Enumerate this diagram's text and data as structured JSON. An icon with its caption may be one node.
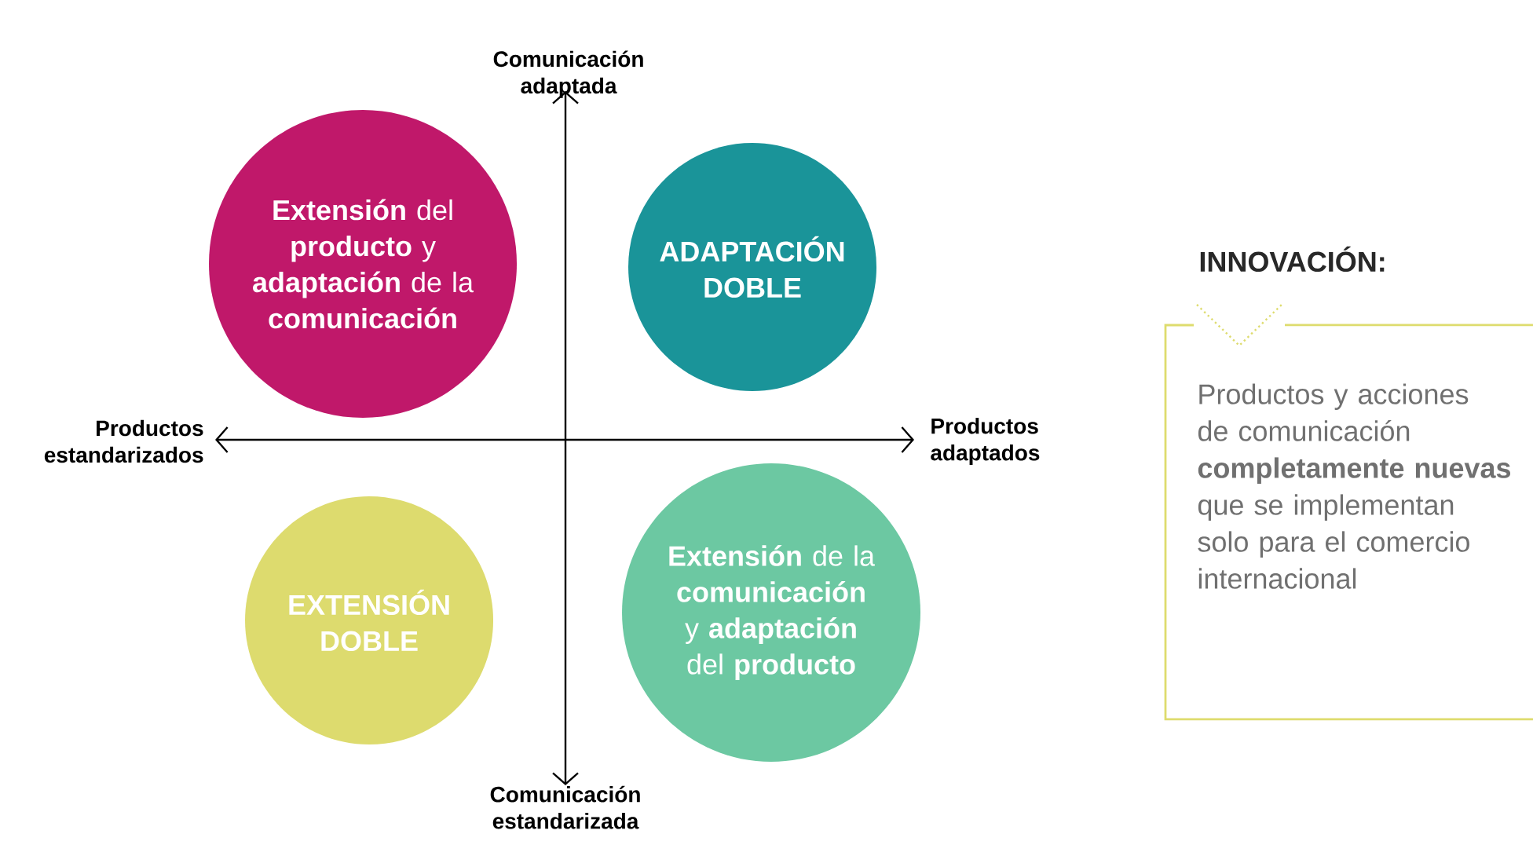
{
  "diagram": {
    "nodes": [
      {
        "text": [
          "**Extensión** del **producto** y **adaptación** de la **comunicación**"
        ]
      },
      {
        "text": [
          "ADAPTACIÓN DOBLE"
        ]
      },
      {
        "text": [
          "EXTENSIÓN DOBLE"
        ]
      },
      {
        "text": [
          "**Extensión** de la **comunicación** y **adaptación** del **producto**"
        ]
      },
      {
        "text": [
          "INNOVACIÓN:",
          "Productos y acciones de comunicación **completamente nuevas** que se implementan solo para el comercio internacional"
        ]
      }
    ],
    "edges": [],
    "labels": [
      "Comunicación adaptada",
      "Productos estandarizados",
      "Productos adaptados",
      "Comunicación estandarizada"
    ]
  }
}
